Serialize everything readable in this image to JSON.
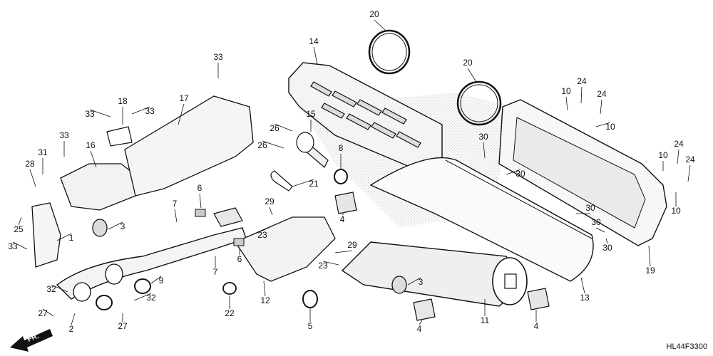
{
  "diagram": {
    "code": "HL44F3300",
    "direction_label": "FR.",
    "part_labels": [
      {
        "id": "20a",
        "text": "20"
      },
      {
        "id": "20b",
        "text": "20"
      },
      {
        "id": "14",
        "text": "14"
      },
      {
        "id": "33a",
        "text": "33"
      },
      {
        "id": "17",
        "text": "17"
      },
      {
        "id": "18",
        "text": "18"
      },
      {
        "id": "33b",
        "text": "33"
      },
      {
        "id": "33c",
        "text": "33"
      },
      {
        "id": "33d",
        "text": "33"
      },
      {
        "id": "16",
        "text": "16"
      },
      {
        "id": "31",
        "text": "31"
      },
      {
        "id": "28",
        "text": "28"
      },
      {
        "id": "25",
        "text": "25"
      },
      {
        "id": "1",
        "text": "1"
      },
      {
        "id": "33e",
        "text": "33"
      },
      {
        "id": "15",
        "text": "15"
      },
      {
        "id": "26a",
        "text": "26"
      },
      {
        "id": "26b",
        "text": "26"
      },
      {
        "id": "8",
        "text": "8"
      },
      {
        "id": "21",
        "text": "21"
      },
      {
        "id": "6a",
        "text": "6"
      },
      {
        "id": "7a",
        "text": "7"
      },
      {
        "id": "3a",
        "text": "3"
      },
      {
        "id": "29a",
        "text": "29"
      },
      {
        "id": "23a",
        "text": "23"
      },
      {
        "id": "4a",
        "text": "4"
      },
      {
        "id": "6b",
        "text": "6"
      },
      {
        "id": "7b",
        "text": "7"
      },
      {
        "id": "29b",
        "text": "29"
      },
      {
        "id": "23b",
        "text": "23"
      },
      {
        "id": "9",
        "text": "9"
      },
      {
        "id": "32a",
        "text": "32"
      },
      {
        "id": "32b",
        "text": "32"
      },
      {
        "id": "27a",
        "text": "27"
      },
      {
        "id": "27b",
        "text": "27"
      },
      {
        "id": "2",
        "text": "2"
      },
      {
        "id": "22",
        "text": "22"
      },
      {
        "id": "12",
        "text": "12"
      },
      {
        "id": "5",
        "text": "5"
      },
      {
        "id": "3b",
        "text": "3"
      },
      {
        "id": "11",
        "text": "11"
      },
      {
        "id": "4b",
        "text": "4"
      },
      {
        "id": "4c",
        "text": "4"
      },
      {
        "id": "13",
        "text": "13"
      },
      {
        "id": "19",
        "text": "19"
      },
      {
        "id": "30a",
        "text": "30"
      },
      {
        "id": "30b",
        "text": "30"
      },
      {
        "id": "30c",
        "text": "30"
      },
      {
        "id": "30d",
        "text": "30"
      },
      {
        "id": "30e",
        "text": "30"
      },
      {
        "id": "10a",
        "text": "10"
      },
      {
        "id": "24a",
        "text": "24"
      },
      {
        "id": "24b",
        "text": "24"
      },
      {
        "id": "10b",
        "text": "10"
      },
      {
        "id": "24c",
        "text": "24"
      },
      {
        "id": "10c",
        "text": "10"
      },
      {
        "id": "24d",
        "text": "24"
      },
      {
        "id": "10d",
        "text": "10"
      }
    ]
  }
}
